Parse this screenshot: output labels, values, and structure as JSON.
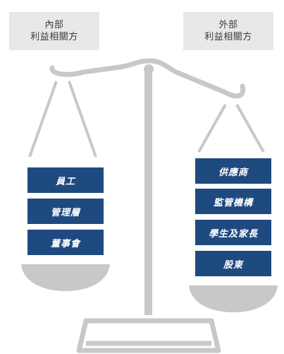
{
  "internal": {
    "title_line1": "內部",
    "title_line2": "利益相關方",
    "items": [
      "員工",
      "管理層",
      "董事會"
    ]
  },
  "external": {
    "title_line1": "外部",
    "title_line2": "利益相關方",
    "items": [
      "供應商",
      "監管機構",
      "學生及家長",
      "股東"
    ]
  },
  "colors": {
    "box_fill": "#1f4a80",
    "scale_gray": "#c7c8ca",
    "header_bg": "#e8e8e8"
  }
}
